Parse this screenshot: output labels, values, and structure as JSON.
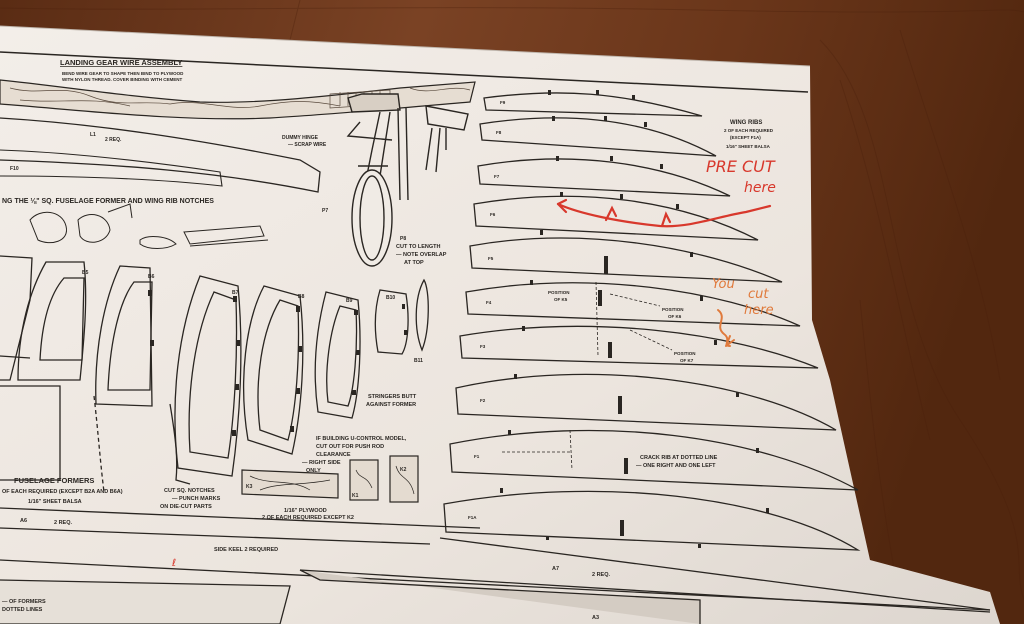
{
  "plan": {
    "section_title": "LANDING GEAR WIRE ASSEMBLY",
    "gear_note_1": "BEND WIRE GEAR TO SHAPE THEN BIND TO PLYWOOD",
    "gear_note_2": "WITH NYLON THREAD. COVER BINDING WITH CEMENT",
    "l1_label": "L1",
    "l1_qty": "2 REQ.",
    "f10_label": "F10",
    "notch_heading": "NG THE ⅛\" SQ. FUSELAGE FORMER AND WING RIB NOTCHES",
    "dummy_hinge_1": "DUMMY HINGE",
    "dummy_hinge_2": "— SCRAP WIRE",
    "p7_label": "P7",
    "p8_label": "P8",
    "cut_length_1": "CUT TO LENGTH",
    "cut_length_2": "— NOTE OVERLAP",
    "cut_length_3": "AT TOP",
    "former_labels": [
      "B5",
      "B6",
      "B7",
      "B8",
      "B9",
      "B10",
      "B11"
    ],
    "stringers_1": "STRINGERS BUTT",
    "stringers_2": "AGAINST FORMER",
    "ucontrol_1": "IF BUILDING U-CONTROL MODEL,",
    "ucontrol_2": "CUT OUT FOR PUSH ROD",
    "ucontrol_3": "CLEARANCE",
    "ucontrol_4": "— RIGHT SIDE",
    "ucontrol_5": "ONLY",
    "fuselage_formers_title": "FUSELAGE FORMERS",
    "fuselage_formers_sub": "OF EACH REQUIRED (EXCEPT B2A AND B6A)",
    "fuselage_formers_mat": "1/16\" SHEET BALSA",
    "cut_sq_1": "CUT SQ. NOTCHES",
    "cut_sq_2": "— PUNCH MARKS",
    "cut_sq_3": "ON DIE-CUT PARTS",
    "plywood_1": "1/16\" PLYWOOD",
    "plywood_2": "2 OF EACH REQUIRED EXCEPT K2",
    "k_labels": [
      "K3",
      "K1",
      "K2"
    ],
    "a6_label": "A6",
    "a6_qty": "2 REQ.",
    "side_keel": "SIDE KEEL   2 REQUIRED",
    "a7_label": "A7",
    "a7_qty": "2 REQ.",
    "a3_label": "A3",
    "formers_note_1": "— OF FORMERS",
    "formers_note_2": "DOTTED LINES",
    "wing_ribs_title": "WING RIBS",
    "wing_ribs_sub1": "2 OF EACH REQUIRED",
    "wing_ribs_sub2": "(EXCEPT F1A)",
    "wing_ribs_mat": "1/16\" SHEET BALSA",
    "rib_labels": [
      "F9",
      "F8",
      "F7",
      "F6",
      "F5",
      "F4",
      "F3",
      "F2",
      "F1",
      "F1A"
    ],
    "pos_k5": [
      "POSITION",
      "OF K5"
    ],
    "pos_k6": [
      "POSITION",
      "OF K6"
    ],
    "pos_k7": [
      "POSITION",
      "OF K7"
    ],
    "crack_rib_1": "CRACK RIB AT DOTTED LINE",
    "crack_rib_2": "— ONE RIGHT AND ONE LEFT"
  },
  "handwriting": {
    "red_line1": "PRE CUT",
    "red_line2": "here",
    "orange_line1": "You",
    "orange_line2": "cut",
    "orange_line3": "here"
  },
  "colors": {
    "table_wood": "#6e3a1f",
    "paper": "#efe9e3",
    "ink": "#2a2622",
    "red_ink": "#d8382c",
    "orange_ink": "#e07a3c"
  }
}
